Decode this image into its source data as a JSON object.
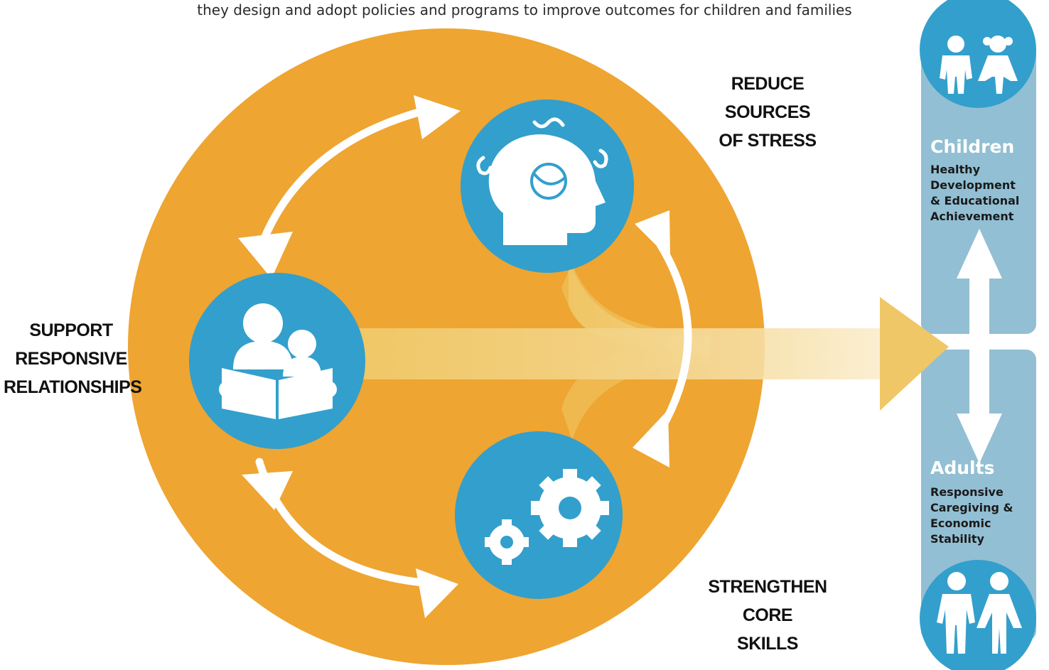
{
  "header": {
    "top_text": "they design and adopt policies and programs to improve outcomes for children and families"
  },
  "diagram": {
    "principles": {
      "reduce_stress": [
        "REDUCE",
        "SOURCES",
        "OF STRESS"
      ],
      "support_relationships": [
        "SUPPORT",
        "RESPONSIVE",
        "RELATIONSHIPS"
      ],
      "strengthen_skills": [
        "STRENGTHEN",
        "CORE",
        "SKILLS"
      ]
    },
    "icons": {
      "stress": "stressed-head-icon",
      "relationships": "adult-child-reading-icon",
      "skills": "gears-icon",
      "children": "children-icon",
      "adults": "adults-icon"
    },
    "colors": {
      "circle": "#EEA531",
      "node": "#339FCC",
      "panel": "#92BFD3",
      "arrow": "#F0C766"
    }
  },
  "outcomes": {
    "children": {
      "heading": "Children",
      "description": [
        "Healthy",
        "Development",
        "& Educational",
        "Achievement"
      ]
    },
    "adults": {
      "heading": "Adults",
      "description": [
        "Responsive",
        "Caregiving &",
        "Economic",
        "Stability"
      ]
    }
  },
  "footer": {
    "partial_text": "...",
    "partial_right": "..."
  }
}
